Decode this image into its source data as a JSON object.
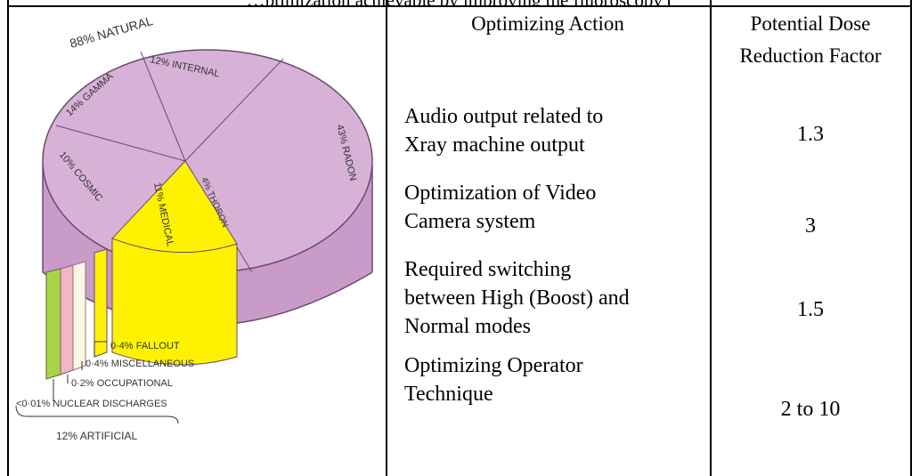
{
  "caption_fragment": "…ptimization achievable by improving the fluoroscopy (",
  "header": {
    "action_title": "Optimizing Action",
    "factor_title_line1": "Potential Dose",
    "factor_title_line2": "Reduction Factor"
  },
  "rows": [
    {
      "action": [
        "Audio output related to",
        "Xray machine output"
      ],
      "factor": "1.3"
    },
    {
      "action": [
        "Optimization of Video",
        "Camera system"
      ],
      "factor": "3"
    },
    {
      "action": [
        "Required switching",
        "between High (Boost) and",
        "Normal modes"
      ],
      "factor": "1.5"
    },
    {
      "action": [
        "Optimizing Operator",
        "Technique"
      ],
      "factor": "2 to 10"
    }
  ],
  "pie": {
    "label_natural": "88% NATURAL",
    "label_internal": "12% INTERNAL",
    "label_gamma": "14% GAMMA",
    "label_radon": "43% RADON",
    "label_cosmic": "10% COSMIC",
    "label_medical": "11% MEDICAL",
    "label_thoron": "4% THORON",
    "label_fallout": "0·4% FALLOUT",
    "label_misc": "0·4% MISCELLANEOUS",
    "label_occupational": "0·2% OCCUPATIONAL",
    "label_nuclear": "<0·01% NUCLEAR DISCHARGES",
    "label_artificial": "12% ARTIFICIAL",
    "colors": {
      "natural": "#d7b2d7",
      "natural_side": "#c99bc9",
      "medical": "#fff200",
      "artificial_green": "#a8d44a",
      "artificial_pink": "#f2b6c6",
      "artificial_white": "#fdf6e6"
    }
  }
}
